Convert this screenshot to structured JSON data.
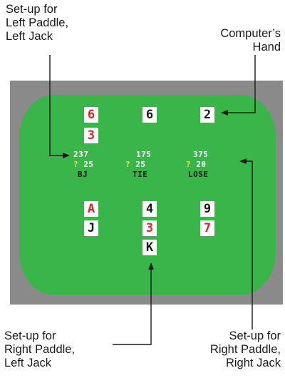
{
  "captions": {
    "top_left": [
      "Set-up for",
      "Left Paddle,",
      "Left Jack"
    ],
    "top_right": [
      "Computer’s",
      "Hand"
    ],
    "bottom_left": [
      "Set-up for",
      "Right Paddle,",
      "Left Jack"
    ],
    "bottom_right": [
      "Set-up for",
      "Right Paddle,",
      "Right Jack"
    ]
  },
  "colors": {
    "screen": "#39b54a",
    "frame": "#8a8a8a",
    "red_card": "#e8202a",
    "question_mark": "#e8e64a"
  },
  "computer_hand": [
    {
      "card": "6",
      "color": "red"
    },
    {
      "card": "3",
      "color": "red"
    },
    {
      "card": "6",
      "color": "black"
    },
    {
      "card": "2",
      "color": "black"
    }
  ],
  "players": [
    {
      "chips": "237",
      "bet_prefix": "?",
      "bet": "25",
      "result": "BJ"
    },
    {
      "chips": "175",
      "bet_prefix": "?",
      "bet": "25",
      "result": "TIE"
    },
    {
      "chips": "375",
      "bet_prefix": "?",
      "bet": "20",
      "result": "LOSE"
    }
  ],
  "player_hands": [
    [
      {
        "card": "A",
        "color": "red"
      },
      {
        "card": "J",
        "color": "black"
      }
    ],
    [
      {
        "card": "4",
        "color": "black"
      },
      {
        "card": "3",
        "color": "red"
      },
      {
        "card": "K",
        "color": "black"
      }
    ],
    [
      {
        "card": "9",
        "color": "black"
      },
      {
        "card": "7",
        "color": "red"
      }
    ]
  ]
}
